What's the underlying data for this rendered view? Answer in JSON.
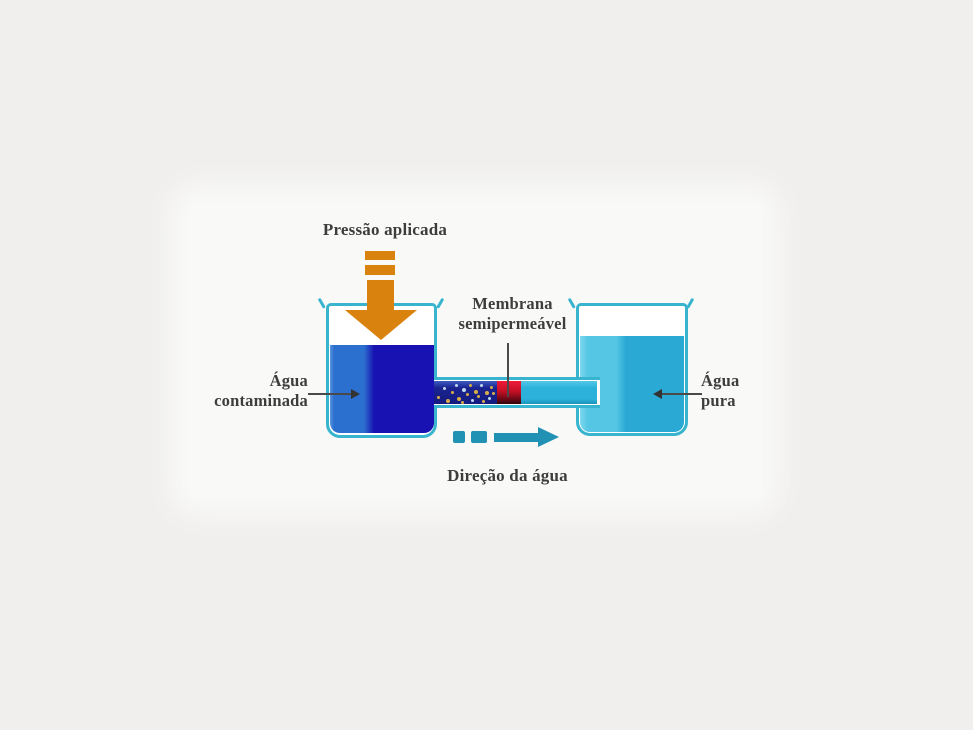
{
  "labels": {
    "pressure": "Pressão aplicada",
    "membrane": {
      "line1": "Membrana",
      "line2": "semipermeável"
    },
    "contaminated": {
      "line1": "Água",
      "line2": "contaminada"
    },
    "pure": {
      "line1": "Água",
      "line2": "pura"
    },
    "direction": "Direção da água"
  },
  "colors": {
    "background": "#f0efee",
    "panel": "#f9f9f7",
    "beaker_outline": "#38b4ce",
    "contaminated_water_dark": "#1812b2",
    "contaminated_water_light": "#2c70cf",
    "pure_water_main": "#2aa9d4",
    "pure_water_light": "#55c6e4",
    "tube_feed_water": "#1a2490",
    "membrane_red": "#c50f26",
    "tube_permeate_water": "#2cb2da",
    "pressure_arrow_orange": "#d9830e",
    "flow_arrow_teal": "#2191b4",
    "particle_gold": "#d8ad49",
    "particle_light": "#c0d8ec",
    "text": "#3d3d3c"
  }
}
